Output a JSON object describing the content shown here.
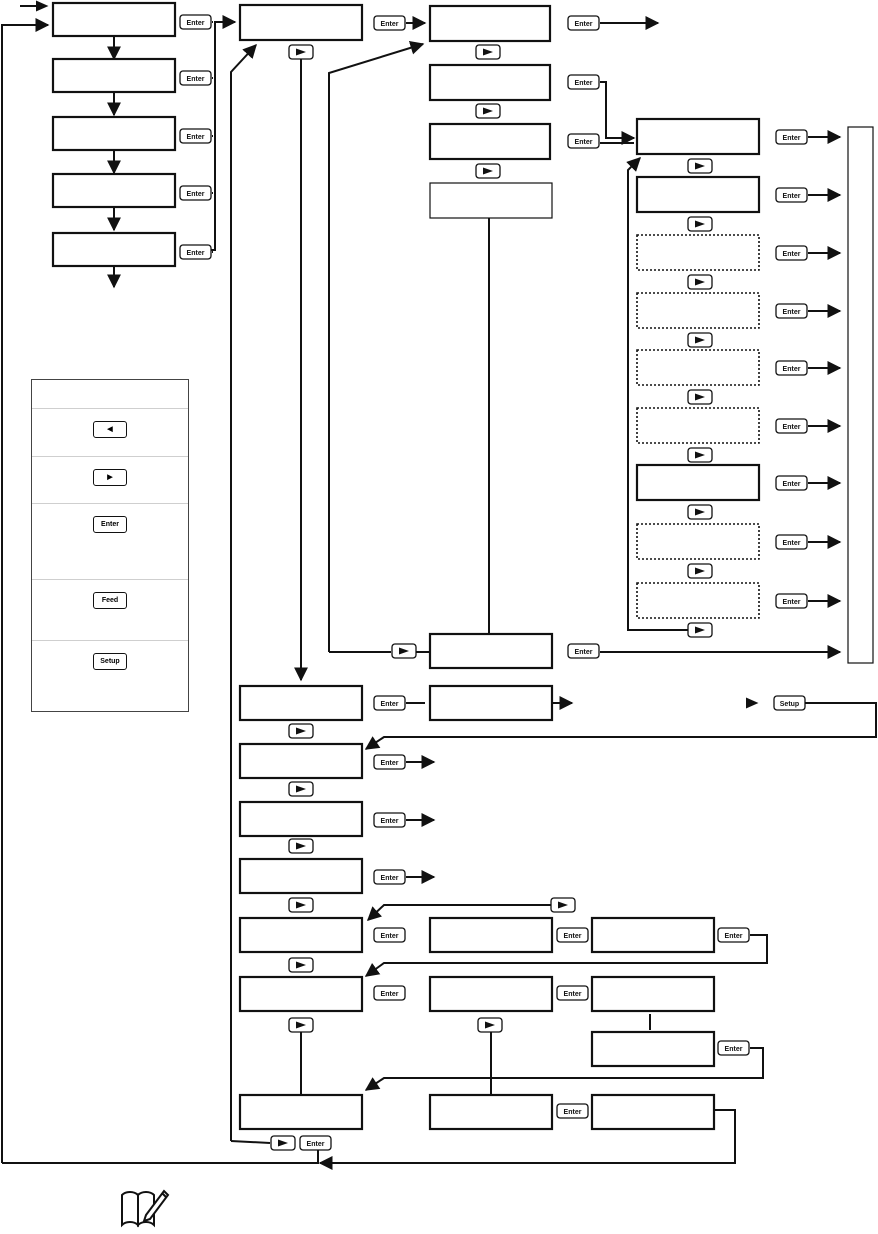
{
  "keys": {
    "enter": "Enter",
    "setup": "Setup",
    "feed": "Feed"
  },
  "legend": {
    "rows": [
      {
        "key": "",
        "icon": ""
      },
      {
        "key": "",
        "icon": "left-arrow-key-icon"
      },
      {
        "key": "",
        "icon": "right-arrow-key-icon"
      },
      {
        "key": "Enter",
        "icon": ""
      },
      {
        "key": "Feed",
        "icon": ""
      },
      {
        "key": "Setup",
        "icon": ""
      }
    ]
  },
  "icons": {
    "note": "note-pen-icon",
    "right_key": "right-arrow-key-icon",
    "left_key": "left-arrow-key-icon"
  }
}
